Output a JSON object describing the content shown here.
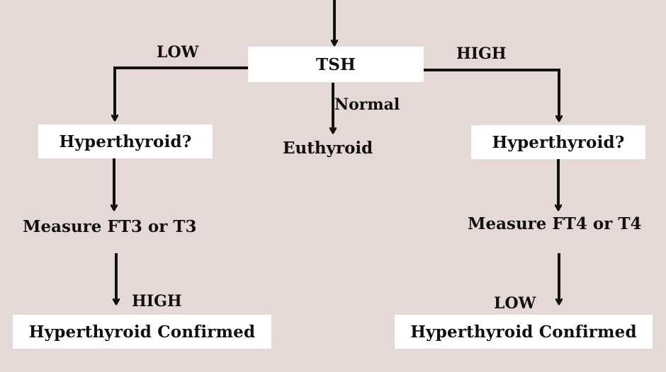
{
  "diagram": {
    "nodes": {
      "tsh": "TSH",
      "hyperthyroid_q_left": "Hyperthyroid?",
      "hyperthyroid_q_right": "Hyperthyroid?",
      "euthyroid": "Euthyroid",
      "measure_ft3": "Measure FT3 or T3",
      "measure_ft4": "Measure FT4 or T4",
      "confirmed_left": "Hyperthyroid Confirmed",
      "confirmed_right": "Hyperthyroid Confirmed"
    },
    "edge_labels": {
      "low_top": "LOW",
      "high_top": "HIGH",
      "normal": "Normal",
      "high_bottom": "HIGH",
      "low_bottom": "LOW"
    },
    "colors": {
      "background": "#e5d9d8",
      "box": "#ffffff",
      "line": "#111111"
    }
  }
}
